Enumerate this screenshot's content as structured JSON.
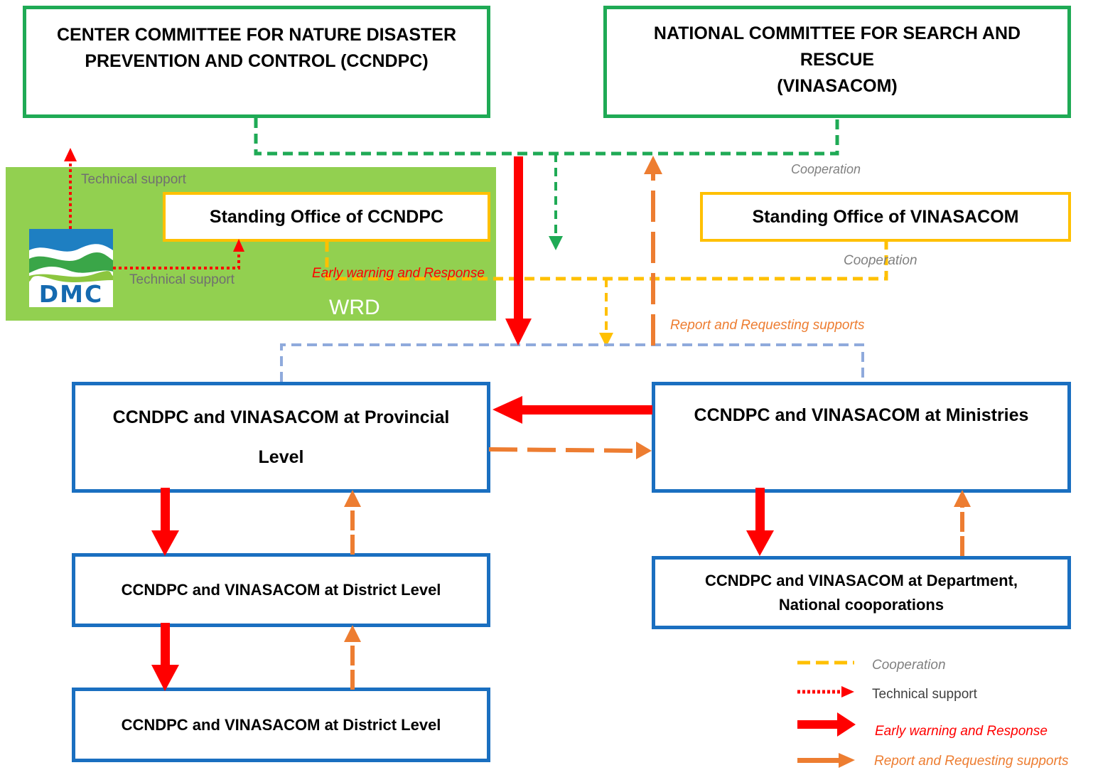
{
  "colors": {
    "committee_border": "#1faa55",
    "level_border": "#1a6fc0",
    "standing_border": "#ffc000",
    "wrd_fill": "#92d050",
    "early_warning": "#ff0000",
    "report": "#ed7d31",
    "cooperation_label": "#808080"
  },
  "boxes": {
    "ccndpc": "CENTER COMMITTEE FOR NATURE DISASTER PREVENTION AND CONTROL (CCNDPC)",
    "vinasacom_line1": "NATIONAL COMMITTEE FOR SEARCH AND RESCUE",
    "vinasacom_line2": "(VINASACOM)",
    "standing_ccndpc": "Standing Office of CCNDPC",
    "standing_vinasacom": "Standing Office of VINASACOM",
    "provincial_line1": "CCNDPC and VINASACOM at Provincial",
    "provincial_line2": "Level",
    "ministries": "CCNDPC and VINASACOM at Ministries",
    "district_1": "CCNDPC and VINASACOM at District Level",
    "district_2": "CCNDPC and VINASACOM at District Level",
    "department_line1": "CCNDPC and VINASACOM at Department,",
    "department_line2": "National cooporations"
  },
  "wrd": {
    "label": "WRD",
    "logo_text": "DMC"
  },
  "labels": {
    "technical_support_top": "Technical support",
    "technical_support_side": "Technical support",
    "early_warning": "Early warning and Response",
    "cooperation_top": "Cooperation",
    "cooperation_mid": "Cooperation",
    "report": "Report and Requesting supports"
  },
  "legend": [
    {
      "key": "cooperation",
      "label": "Cooperation",
      "color": "#808080",
      "italic": true
    },
    {
      "key": "technical",
      "label": "Technical support",
      "color": "#404040",
      "italic": false
    },
    {
      "key": "early",
      "label": "Early warning and Response",
      "color": "#ff0000",
      "italic": true
    },
    {
      "key": "report",
      "label": "Report and Requesting supports",
      "color": "#ed7d31",
      "italic": true
    }
  ]
}
